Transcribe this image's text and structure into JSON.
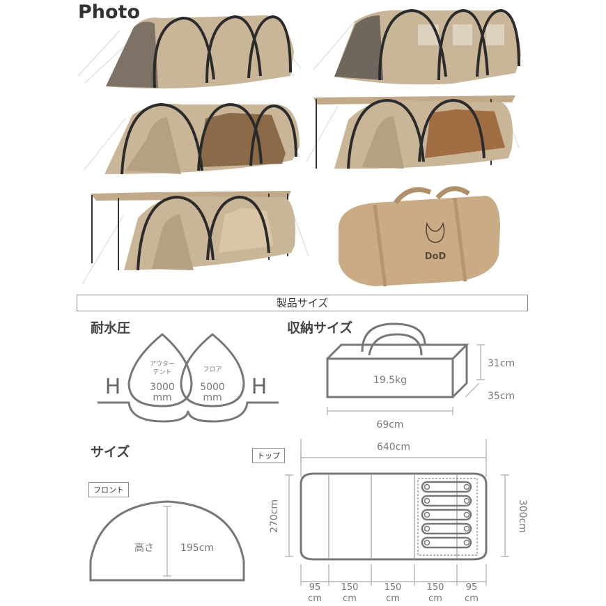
{
  "header": {
    "title": "Photo"
  },
  "section_title": "製品サイズ",
  "water_resistance": {
    "label": "耐水圧",
    "outer_caption_l1": "アウター",
    "outer_caption_l2": "テント",
    "outer_value": "3000",
    "outer_unit": "mm",
    "floor_caption": "フロア",
    "floor_value": "5000",
    "floor_unit": "mm",
    "h_left": "H",
    "h_right": "H"
  },
  "storage": {
    "label": "収納サイズ",
    "weight": "19.5kg",
    "height": "31cm",
    "depth": "35cm",
    "width": "69cm"
  },
  "size": {
    "label": "サイズ",
    "front_label": "フロント",
    "front_height_label": "高さ",
    "front_height": "195cm",
    "top_label": "トップ",
    "total_length": "640cm",
    "width_left": "270cm",
    "width_right": "300cm",
    "segments": [
      {
        "value": "95",
        "unit": "cm"
      },
      {
        "value": "150",
        "unit": "cm"
      },
      {
        "value": "150",
        "unit": "cm"
      },
      {
        "value": "150",
        "unit": "cm"
      },
      {
        "value": "95",
        "unit": "cm"
      }
    ]
  },
  "bag": {
    "logo": "DoD"
  },
  "colors": {
    "tent": "#c8b598",
    "tent_dark": "#8a7258",
    "frame": "#2b2b2b",
    "line": "#7a7a7a"
  }
}
